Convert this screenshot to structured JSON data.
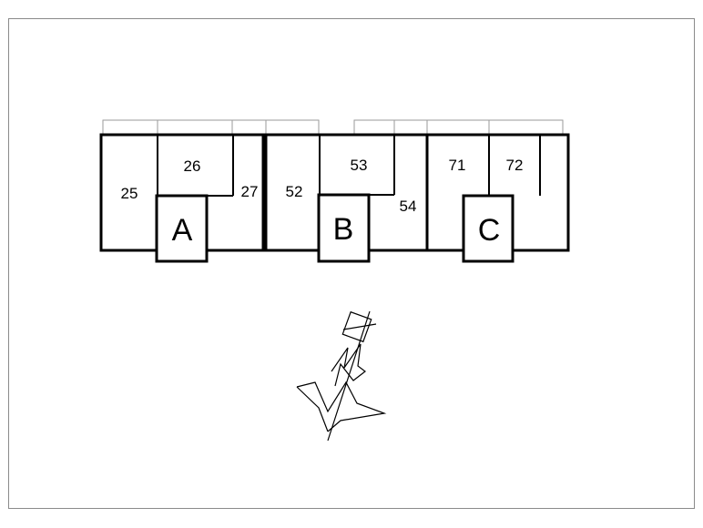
{
  "colors": {
    "background": "#ffffff",
    "ink": "#000000",
    "frame": "#8a8a8a",
    "eaves": "#9a9a9a"
  },
  "rooms": {
    "r25": "25",
    "r26": "26",
    "r27": "27",
    "r52": "52",
    "r53": "53",
    "r54": "54",
    "r71": "71",
    "r72": "72"
  },
  "buildings": {
    "a": "A",
    "b": "B",
    "c": "C"
  },
  "icons": {
    "north_arrow": "north-arrow-icon"
  }
}
